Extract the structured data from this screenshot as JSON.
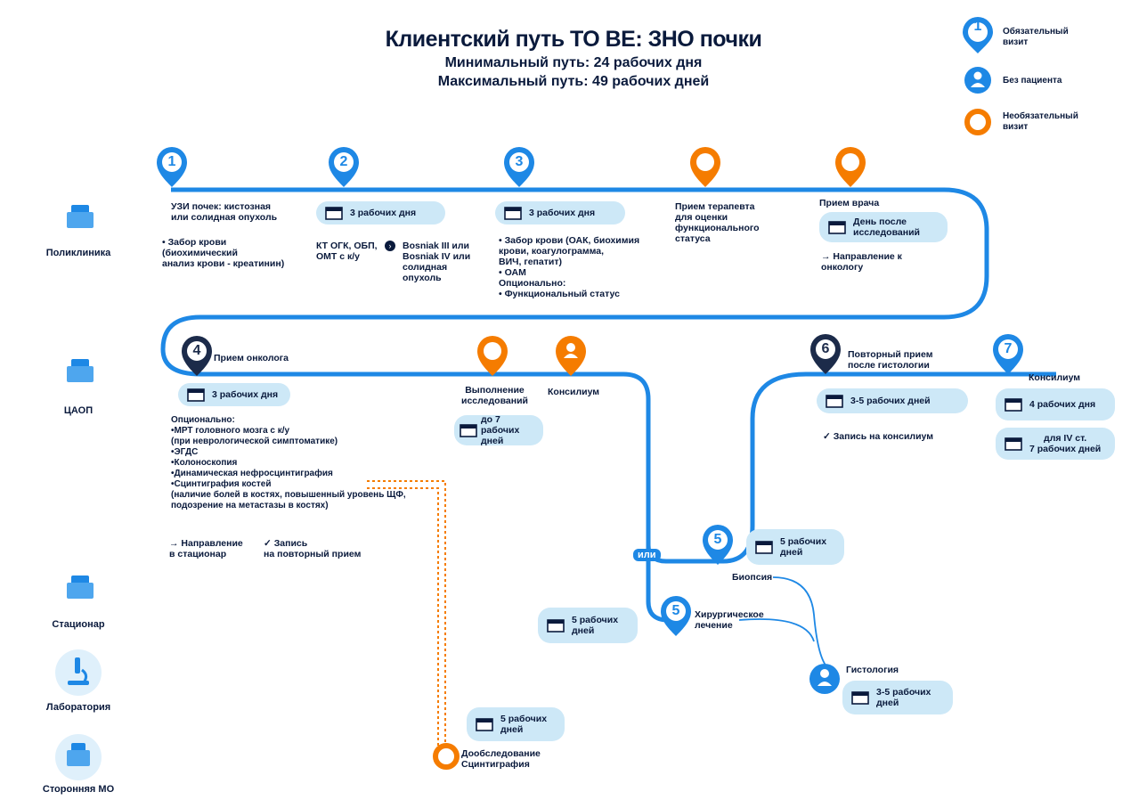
{
  "header": {
    "title": "Клиентский путь ТО BE: ЗНО почки",
    "min_path": "Минимальный путь: 24 рабочих дня",
    "max_path": "Максимальный путь: 49 рабочих дней"
  },
  "legend": {
    "mandatory": {
      "num": "1",
      "label": "Обязательный\nвизит"
    },
    "no_patient": {
      "label": "Без пациента"
    },
    "optional": {
      "label": "Необязательный\nвизит"
    }
  },
  "colors": {
    "blue": "#1e88e5",
    "orange": "#f57c00",
    "pill": "#cde8f7",
    "dark": "#0a1a3c"
  },
  "lanes": {
    "poly": "Поликлиника",
    "caop": "ЦАОП",
    "stac": "Стационар",
    "lab": "Лаборатория",
    "mo": "Сторонняя МО"
  },
  "steps": {
    "s1": {
      "num": "1",
      "title": "УЗИ почек: кистозная\nили солидная опухоль",
      "notes": "• Забор крови\n  (биохимический\n  анализ крови - креатинин)"
    },
    "s2": {
      "num": "2",
      "duration": "3 рабочих дня",
      "text": "КТ ОГК, ОБП,\nОМТ с к/у",
      "result": "Bosniak III или\nBosniak IV или\nсолидная\nопухоль"
    },
    "s3": {
      "num": "3",
      "duration": "3 рабочих дня",
      "notes": "• Забор крови (ОАК, биохимия\n  крови, коагулограмма,\n  ВИЧ, гепатит)\n• ОАМ\n  Опционально:\n• Функциональный статус"
    },
    "therapist": {
      "title": "Прием терапевта\nдля оценки\nфункционального\nстатуса"
    },
    "doctor": {
      "title": "Прием врача",
      "duration": "День после\nисследований",
      "note": "→ Направление к\n   онкологу"
    },
    "s4": {
      "num": "4",
      "title": "Прием онколога",
      "duration": "3 рабочих дня",
      "notes": "Опционально:\n•МРТ головного мозга с к/у\n (при неврологической симптоматике)\n•ЭГДС\n•Колоноскопия\n•Динамическая нефросцинтиграфия\n•Сцинтиграфия костей\n (наличие болей в костях, повышенный уровень ЩФ,\n подозрение на метастазы в костях)",
      "arrow_note": "→  Направление\n    в стационар",
      "check_note": "✓ Запись\n   на повторный прием"
    },
    "research": {
      "title": "Выполнение\nисследований",
      "duration": "до 7 рабочих\nдней"
    },
    "council1": {
      "title": "Консилиум"
    },
    "s6": {
      "num": "6",
      "title": "Повторный прием\nпосле гистологии",
      "duration": "3-5 рабочих дней",
      "note": "✓ Запись на консилиум"
    },
    "s7": {
      "num": "7",
      "title": "Консилиум",
      "duration": "4 рабочих дня",
      "duration2": "для IV ст.\n7 рабочих дней"
    },
    "biopsy": {
      "num": "5",
      "title": "Биопсия",
      "duration": "5 рабочих\nдней"
    },
    "surgery": {
      "num": "5",
      "title": "Хирургическое\nлечение",
      "duration": "5 рабочих\nдней"
    },
    "histology": {
      "title": "Гистология",
      "duration": "3-5 рабочих\nдней"
    },
    "extra": {
      "title": "Дообследование\nСцинтиграфия",
      "duration": "5 рабочих\nдней"
    },
    "or_label": "или"
  }
}
